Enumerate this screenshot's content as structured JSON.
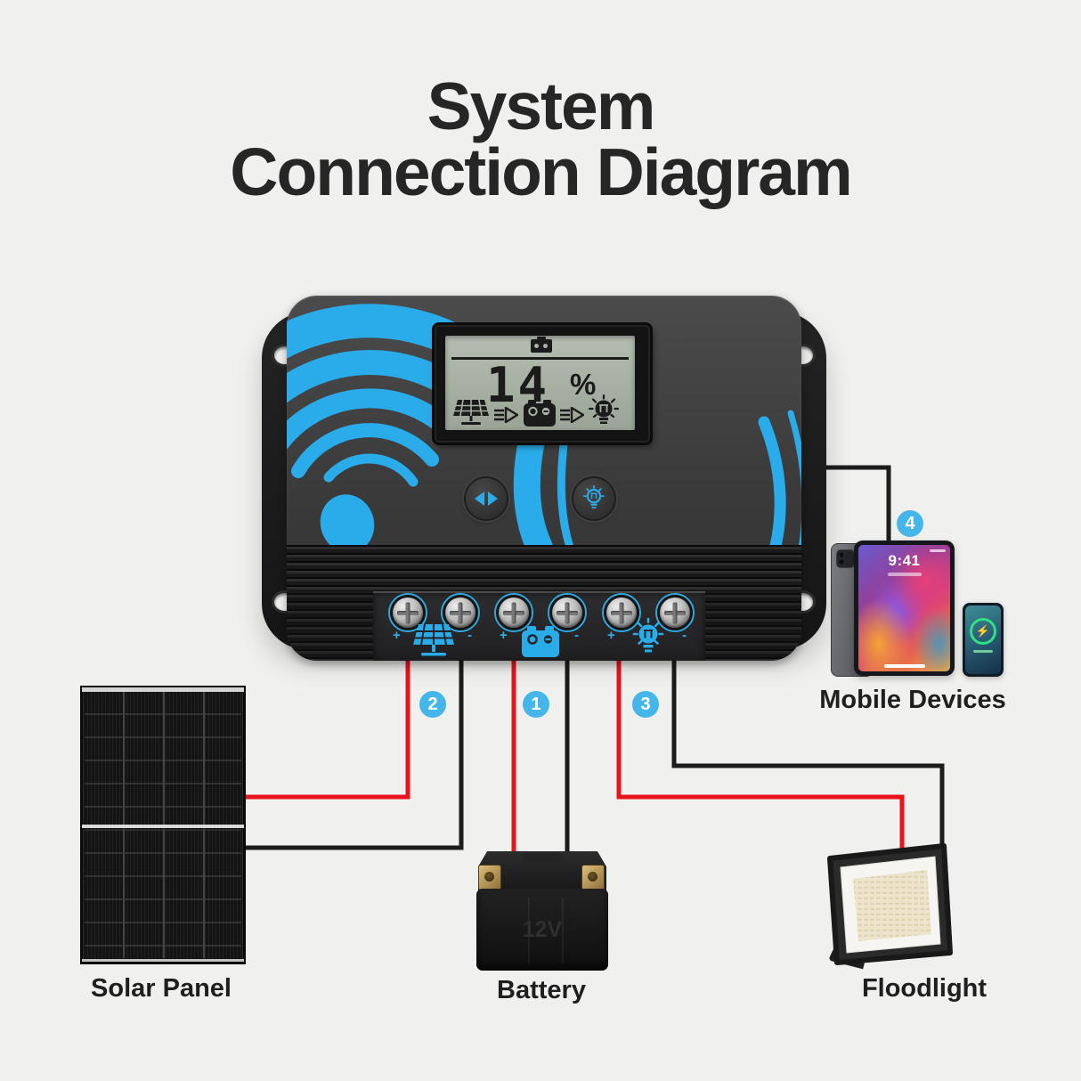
{
  "title": {
    "line1": "System",
    "line2": "Connection Diagram"
  },
  "controller": {
    "name": "solar-charge-controller",
    "lcd": {
      "value": "14",
      "unit": "%",
      "top_icon": "battery-level-icon",
      "flow_icons": [
        "solar-panel-icon",
        "flow-arrow",
        "battery-icon",
        "flow-arrow",
        "light-bulb-icon"
      ]
    },
    "buttons": {
      "left": "select-arrows-button",
      "right": "light-mode-button"
    },
    "terminals": [
      {
        "sign": "+",
        "group": "solar"
      },
      {
        "sign": "-",
        "group": "solar"
      },
      {
        "sign": "+",
        "group": "battery"
      },
      {
        "sign": "-",
        "group": "battery"
      },
      {
        "sign": "+",
        "group": "load"
      },
      {
        "sign": "-",
        "group": "load"
      }
    ],
    "terminal_icons": [
      "solar-panel-icon",
      "battery-icon",
      "light-bulb-icon"
    ]
  },
  "badges": {
    "b1": "1",
    "b2": "2",
    "b3": "3",
    "b4": "4"
  },
  "labels": {
    "solar_panel": "Solar Panel",
    "battery": "Battery",
    "floodlight": "Floodlight",
    "mobile_devices": "Mobile Devices"
  },
  "battery": {
    "marking": "12V"
  },
  "tablet": {
    "time": "9:41"
  },
  "colors": {
    "background": "#f0f0ee",
    "accent_blue": "#29ace9",
    "badge_blue": "#45b6ea",
    "wire_red": "#e8141c",
    "wire_black": "#1c1c1c",
    "lcd_green": "#a7b2a4"
  }
}
